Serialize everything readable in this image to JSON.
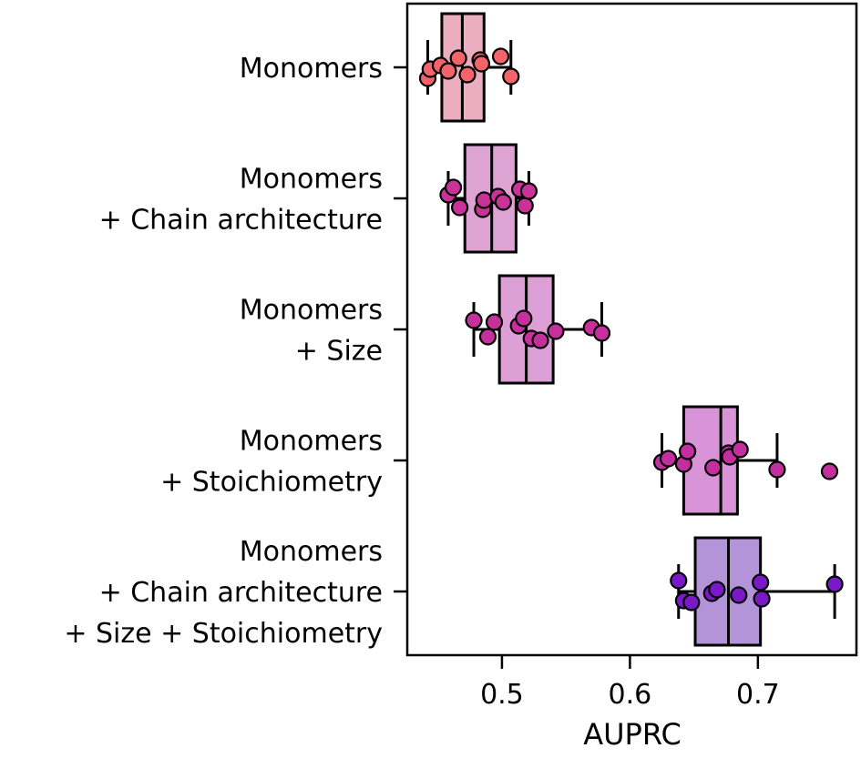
{
  "chart_data": {
    "type": "box",
    "orientation": "horizontal",
    "xlabel": "AUPRC",
    "ylabel": "",
    "xlim": [
      0.426,
      0.777
    ],
    "xticks": [
      0.5,
      0.6,
      0.7
    ],
    "xtick_labels": [
      "0.5",
      "0.6",
      "0.7"
    ],
    "grid": false,
    "categories": [
      [
        "Monomers"
      ],
      [
        "Monomers",
        "+ Chain architecture"
      ],
      [
        "Monomers",
        "+ Size"
      ],
      [
        "Monomers",
        "+ Stoichiometry"
      ],
      [
        "Monomers",
        "+ Chain architecture",
        "+ Size + Stoichiometry"
      ]
    ],
    "boxes": [
      {
        "whisker_low": 0.442,
        "q1": 0.453,
        "median": 0.469,
        "q3": 0.486,
        "whisker_high": 0.507,
        "points": [
          0.442,
          0.444,
          0.452,
          0.458,
          0.466,
          0.473,
          0.483,
          0.484,
          0.499,
          0.507
        ],
        "box_color": "#ebadc0",
        "point_color": "#f2636a"
      },
      {
        "whisker_low": 0.458,
        "q1": 0.471,
        "median": 0.492,
        "q3": 0.511,
        "whisker_high": 0.521,
        "points": [
          0.458,
          0.462,
          0.467,
          0.485,
          0.486,
          0.497,
          0.501,
          0.514,
          0.518,
          0.521
        ],
        "box_color": "#dca3d3",
        "point_color": "#c93296"
      },
      {
        "whisker_low": 0.478,
        "q1": 0.498,
        "median": 0.519,
        "q3": 0.54,
        "whisker_high": 0.578,
        "points": [
          0.478,
          0.489,
          0.494,
          0.513,
          0.517,
          0.523,
          0.53,
          0.542,
          0.57,
          0.578
        ],
        "box_color": "#dc9fd6",
        "point_color": "#c6309c"
      },
      {
        "whisker_low": 0.625,
        "q1": 0.642,
        "median": 0.671,
        "q3": 0.684,
        "whisker_high": 0.715,
        "points": [
          0.625,
          0.63,
          0.642,
          0.645,
          0.665,
          0.677,
          0.678,
          0.686,
          0.715,
          0.756
        ],
        "box_color": "#d894d6",
        "point_color": "#c42fa0"
      },
      {
        "whisker_low": 0.638,
        "q1": 0.651,
        "median": 0.677,
        "q3": 0.702,
        "whisker_high": 0.76,
        "points": [
          0.638,
          0.642,
          0.648,
          0.664,
          0.668,
          0.685,
          0.702,
          0.703,
          0.76
        ],
        "box_color": "#b394d8",
        "point_color": "#7a1ac6"
      }
    ]
  }
}
